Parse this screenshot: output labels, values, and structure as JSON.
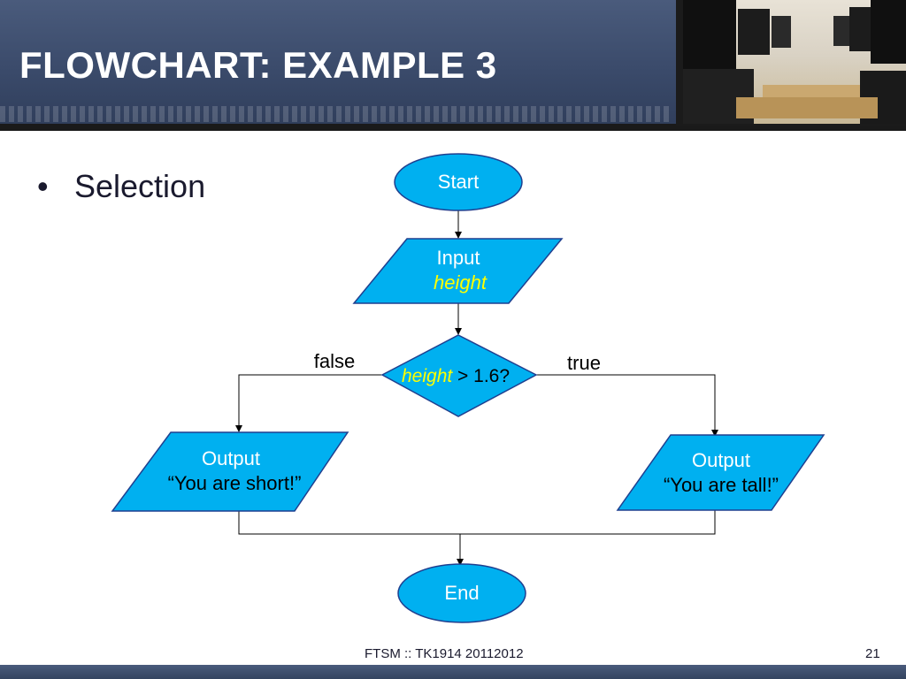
{
  "slide": {
    "title": "FLOWCHART: EXAMPLE 3",
    "bullet": "Selection",
    "footer": "FTSM :: TK1914 20112012",
    "page_number": "21"
  },
  "flowchart": {
    "start": "Start",
    "input": {
      "label": "Input",
      "variable": "height"
    },
    "decision": {
      "variable": "height",
      "condition": " > 1.6?"
    },
    "false_label": "false",
    "true_label": "true",
    "output_false": {
      "label": "Output",
      "text": "“You are short!”"
    },
    "output_true": {
      "label": "Output",
      "text": "“You are tall!”"
    },
    "end": "End"
  },
  "colors": {
    "shape_fill": "#00b0f0",
    "shape_stroke": "#1f3f8f",
    "variable_text": "#ffff00",
    "header_bg": "#3a4a6a"
  }
}
